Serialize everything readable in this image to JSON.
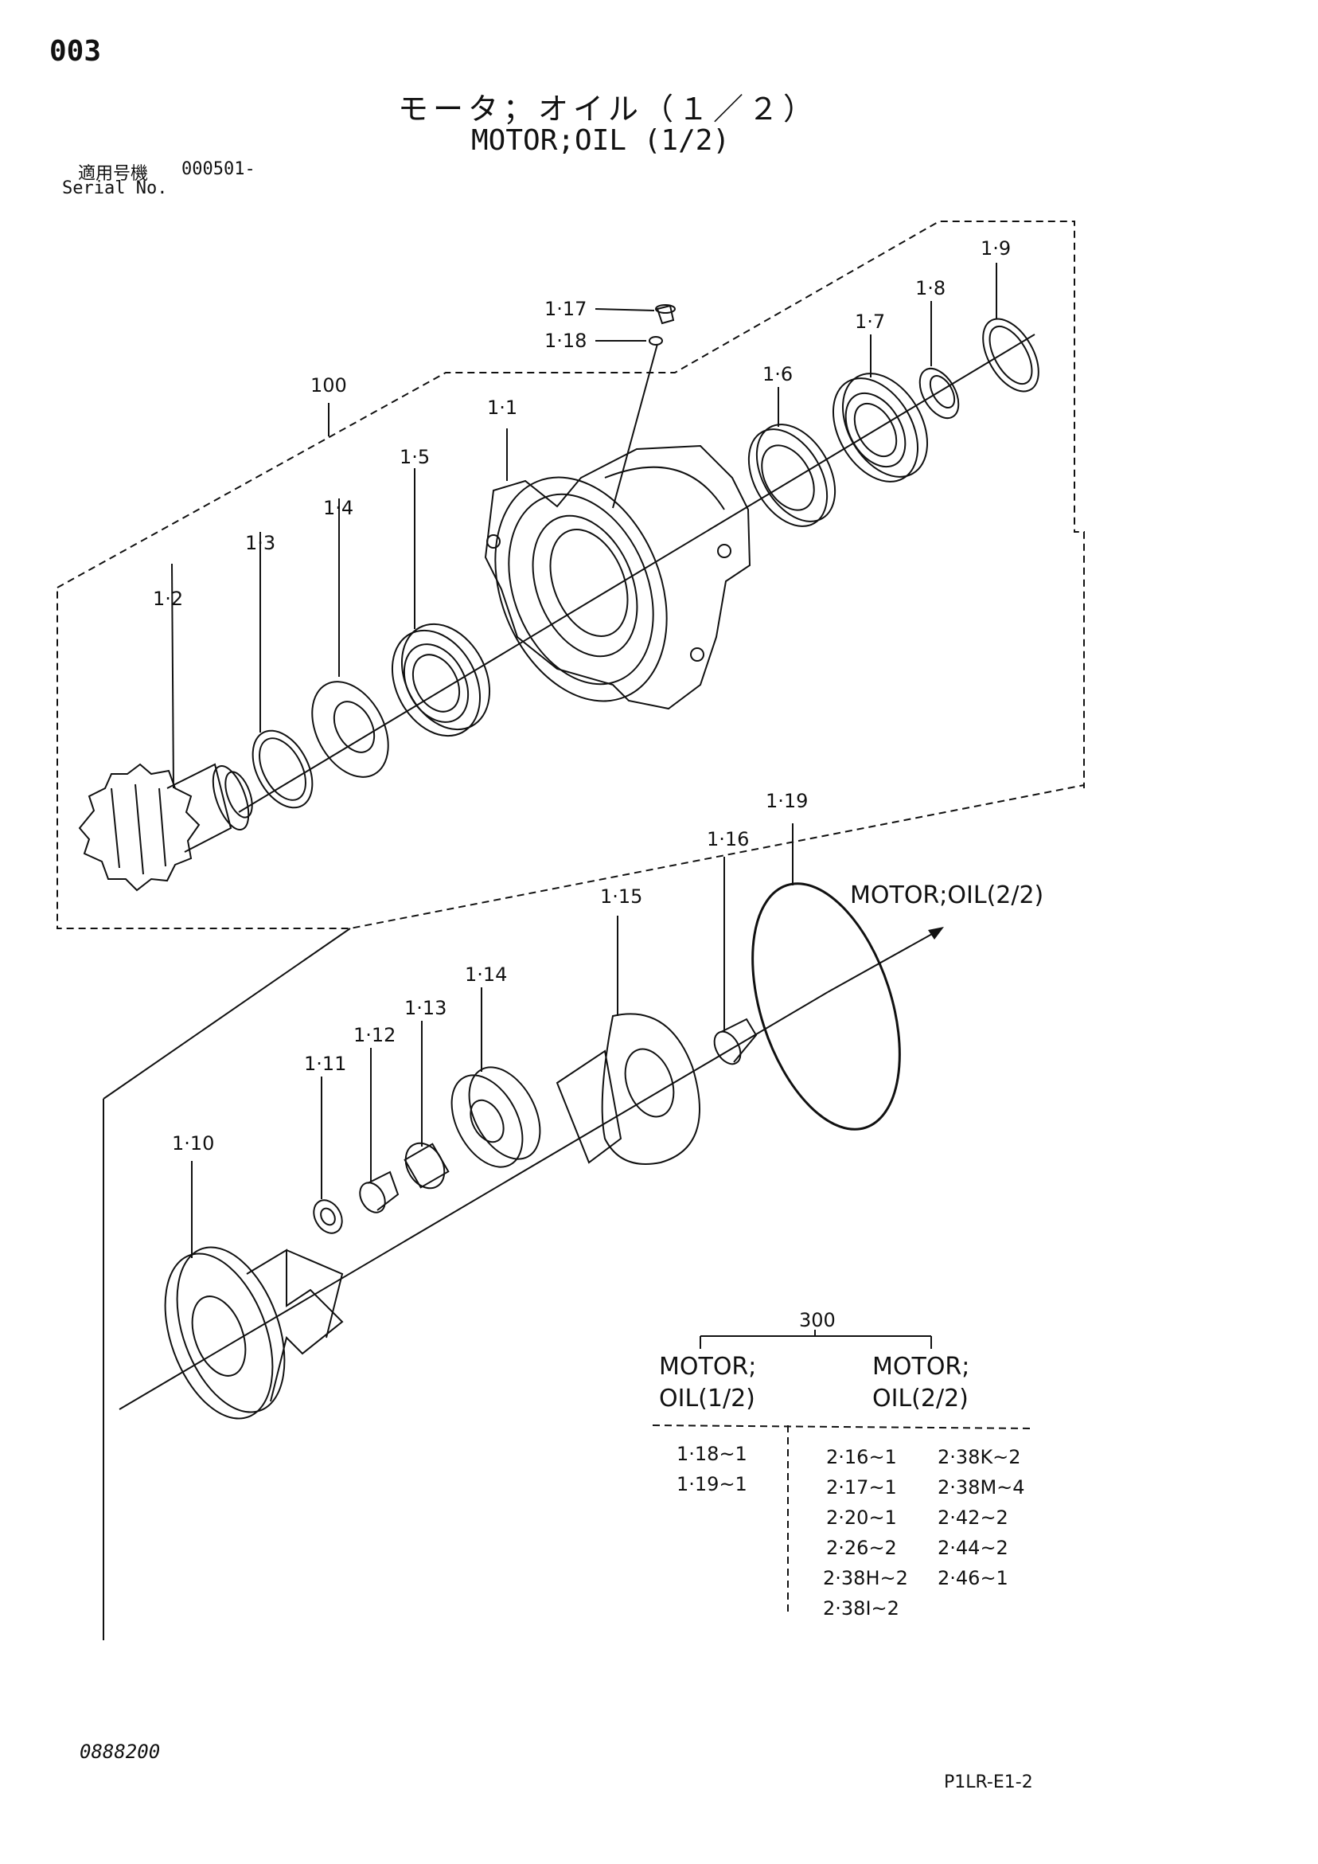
{
  "header": {
    "page_number": "003",
    "title_ja": "モータ；オイル（１／２）",
    "title_en": "MOTOR;OIL (1/2)",
    "serial_label_ja": "適用号機",
    "serial_label_en": "Serial No.",
    "serial_value": "000501-"
  },
  "parts": {
    "p100": "100",
    "p1_1": "1·1",
    "p1_2": "1·2",
    "p1_3": "1·3",
    "p1_4": "1·4",
    "p1_5": "1·5",
    "p1_6": "1·6",
    "p1_7": "1·7",
    "p1_8": "1·8",
    "p1_9": "1·9",
    "p1_10": "1·10",
    "p1_11": "1·11",
    "p1_12": "1·12",
    "p1_13": "1·13",
    "p1_14": "1·14",
    "p1_15": "1·15",
    "p1_16": "1·16",
    "p1_17": "1·17",
    "p1_18": "1·18",
    "p1_19": "1·19"
  },
  "continuation": "MOTOR;OIL(2/2)",
  "kit_table": {
    "number": "300",
    "col1_title_line1": "MOTOR;",
    "col1_title_line2": "OIL(1/2)",
    "col2_title_line1": "MOTOR;",
    "col2_title_line2": "OIL(2/2)",
    "col1_items": [
      "1·18~1",
      "1·19~1"
    ],
    "col2a_items": [
      "2·16~1",
      "2·17~1",
      "2·20~1",
      "2·26~2",
      "2·38H~2",
      "2·38I~2"
    ],
    "col2b_items": [
      "2·38K~2",
      "2·38M~4",
      "2·42~2",
      "2·44~2",
      "2·46~1"
    ]
  },
  "footer": {
    "doc_code": "0888200",
    "page_code": "P1LR-E1-2"
  }
}
